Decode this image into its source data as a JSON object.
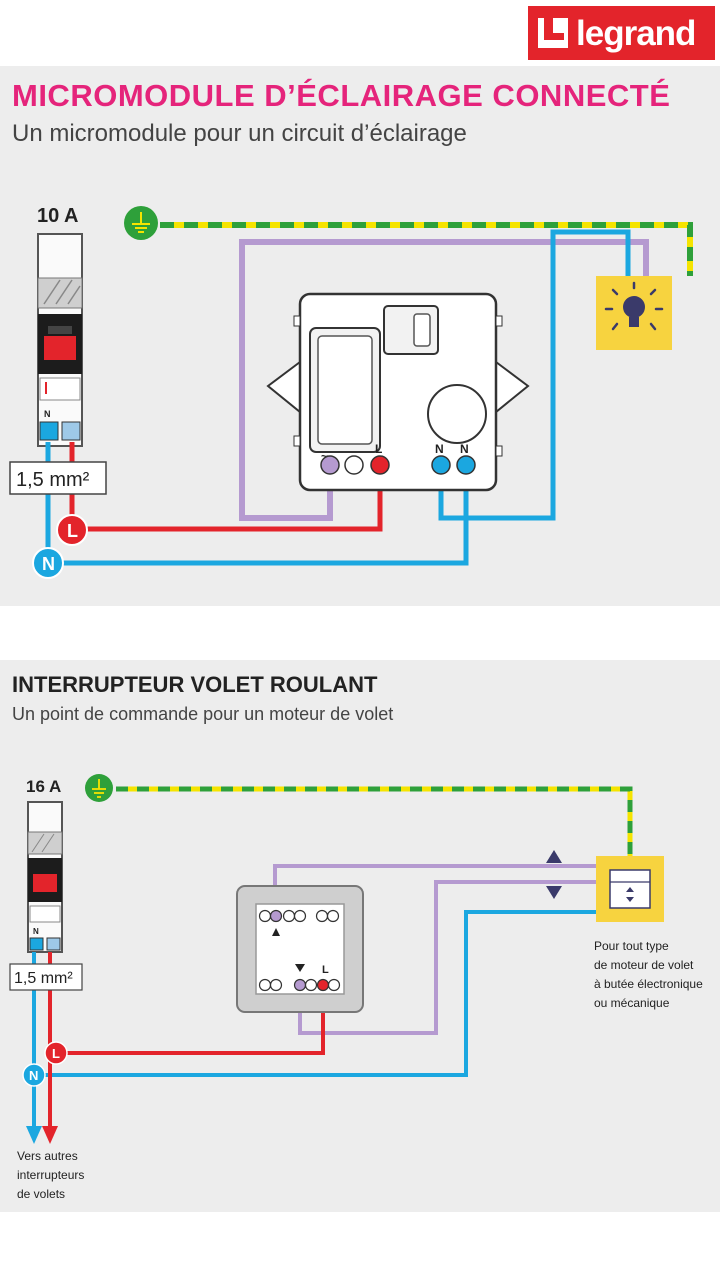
{
  "brand": {
    "name": "legrand",
    "color": "#e3242b"
  },
  "section1": {
    "title": "MICROMODULE D’ÉCLAIRAGE CONNECTÉ",
    "subtitle": "Un micromodule pour un circuit d’éclairage",
    "breaker_rating": "10 A",
    "wire_gauge": "1,5 mm²",
    "live_label": "L",
    "neutral_label": "N",
    "module_terminals": [
      "L",
      "N",
      "N"
    ],
    "breaker_terminal": "N",
    "load_icon": "lightbulb-icon"
  },
  "section2": {
    "title": "INTERRUPTEUR VOLET ROULANT",
    "subtitle": "Un point de commande pour un moteur de volet",
    "breaker_rating": "16 A",
    "wire_gauge": "1,5 mm²",
    "live_label": "L",
    "neutral_label": "N",
    "switch_terminal": "L",
    "breaker_terminal": "N",
    "motor_note": [
      "Pour tout type",
      "de moteur de volet",
      "à butée électronique",
      "ou mécanique"
    ],
    "outlet_note": [
      "Vers autres",
      "interrupteurs",
      "de volets"
    ],
    "load_icon": "shutter-motor-icon"
  },
  "colors": {
    "earth_green": "#2ea03a",
    "earth_yellow": "#f5e400",
    "live": "#e3242b",
    "neutral": "#1ba7e0",
    "switched": "#b59ad0",
    "load_box": "#f7d33f",
    "title_pink": "#e5247b"
  }
}
